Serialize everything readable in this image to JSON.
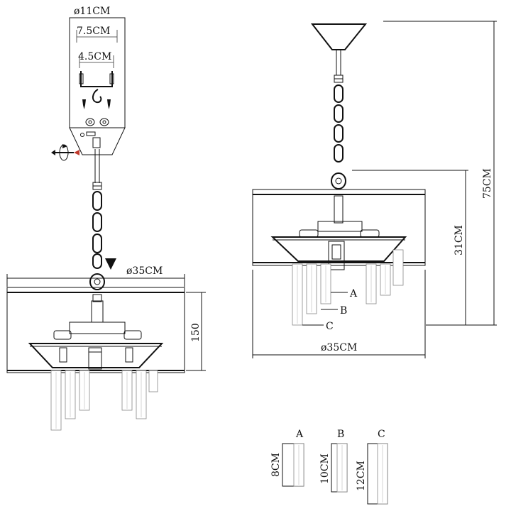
{
  "install_detail": {
    "canopy_diameter": "ø11CM",
    "bracket_outer_width": "7.5CM",
    "bracket_inner_width": "4.5CM"
  },
  "front_view": {
    "shade_diameter": "ø35CM",
    "shade_height": "150"
  },
  "side_view": {
    "total_height": "75CM",
    "body_height": "31CM",
    "shade_diameter": "ø35CM",
    "crystal_labels": [
      "A",
      "B",
      "C"
    ]
  },
  "crystal_legend": [
    {
      "label": "A",
      "length": "8CM"
    },
    {
      "label": "B",
      "length": "10CM"
    },
    {
      "label": "C",
      "length": "12CM"
    }
  ]
}
